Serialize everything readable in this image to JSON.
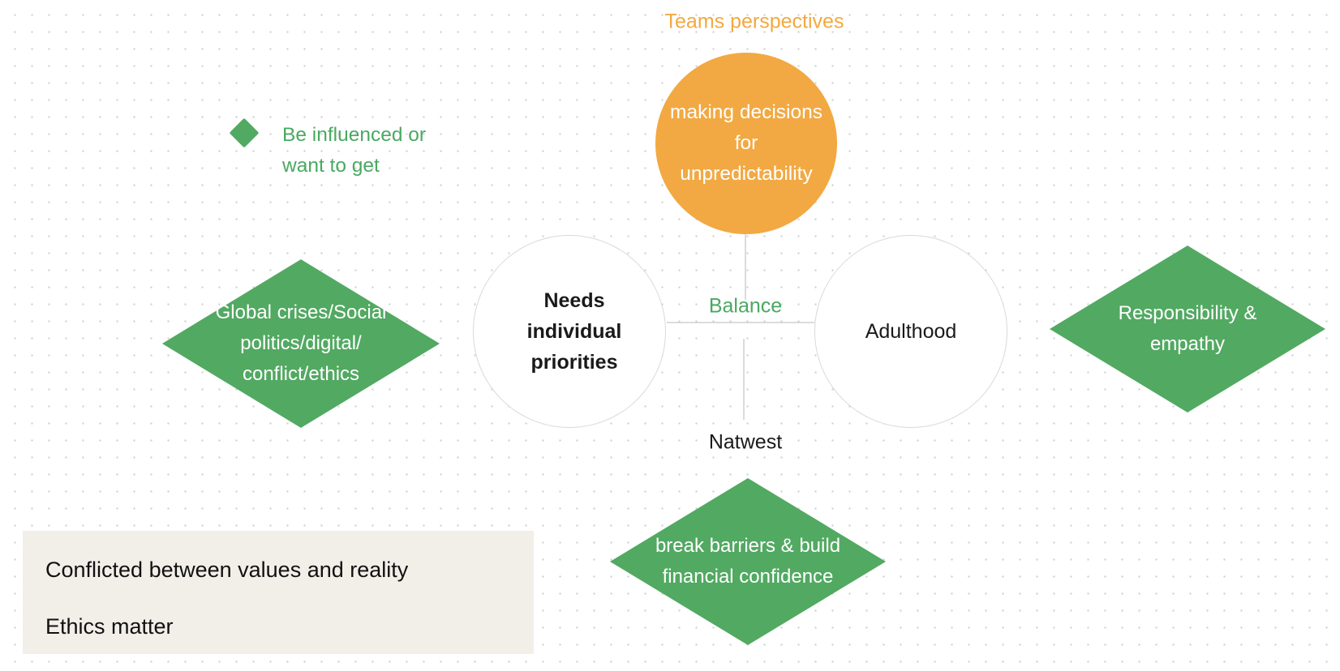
{
  "diagram": {
    "title": "Teams perspectives",
    "center_circle": "making decisions\nfor\nunpredictability",
    "left_circle": {
      "line1": "Needs",
      "line2": "individual priorities"
    },
    "right_circle": "Adulthood",
    "balance_label": "Balance",
    "bottom_label": "Natwest",
    "legend": {
      "text": "Be influenced or\nwant to get"
    },
    "diamonds": {
      "left": "Global crises/Social\npolitics/digital/\nconflict/ethics",
      "right": "Responsibility &\nempathy",
      "bottom": "break barriers & build\nfinancial confidence"
    },
    "note": {
      "line1": "Conflicted between values and reality",
      "line2": "Ethics matter"
    },
    "colors": {
      "orange": "#f2a943",
      "green": "#52a962",
      "note_background": "#f2efe9",
      "circle_border": "#d9d9d9"
    }
  }
}
